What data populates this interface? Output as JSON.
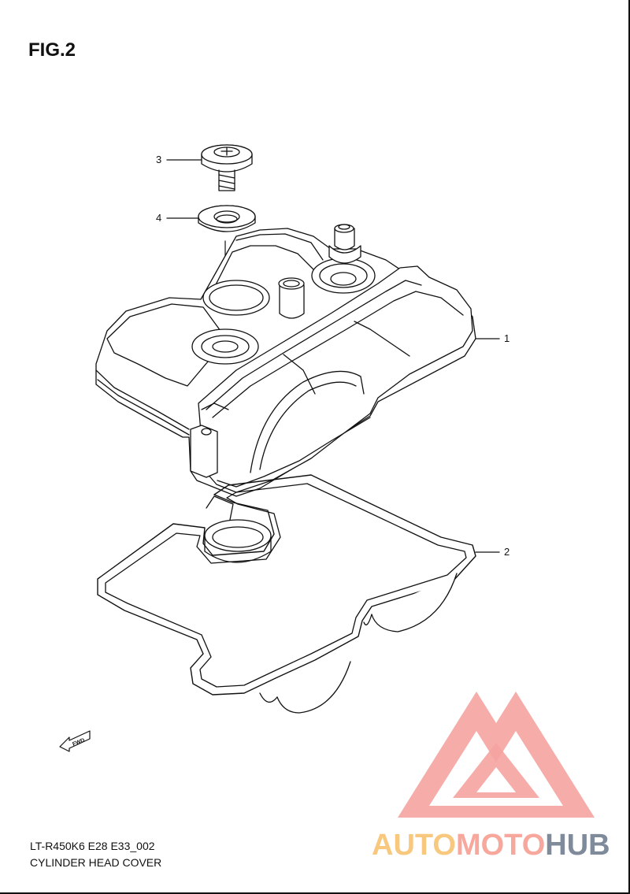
{
  "figure": {
    "title": "FIG.2",
    "footer_code": "LT-R450K6 E28 E33_002",
    "footer_name": "CYLINDER HEAD COVER"
  },
  "callouts": [
    {
      "id": 1,
      "label": "1"
    },
    {
      "id": 2,
      "label": "2"
    },
    {
      "id": 3,
      "label": "3"
    },
    {
      "id": 4,
      "label": "4"
    }
  ],
  "direction_marker": {
    "label": "FWD"
  },
  "watermark": {
    "part1": "AUTO",
    "part2": "MOTO",
    "part3": "HUB",
    "colors": {
      "triangle": "#f5a3a0",
      "auto": "#f7c87e",
      "moto": "#f7a79b",
      "hub": "#7f8a9a"
    }
  }
}
